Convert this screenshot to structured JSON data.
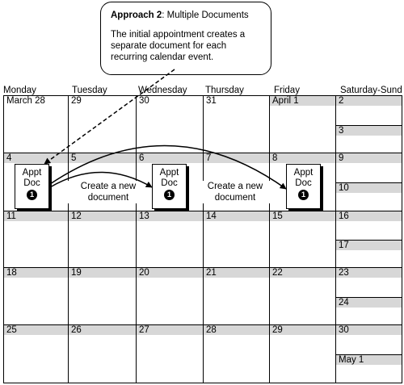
{
  "callout": {
    "title_bold": "Approach 2",
    "title_rest": ": Multiple Documents",
    "lines": [
      "The initial appointment creates a",
      "separate document for each",
      "recurring calendar event."
    ]
  },
  "days": [
    "Monday",
    "Tuesday",
    "Wednesday",
    "Thursday",
    "Friday",
    "Saturday-Sund"
  ],
  "weeks": [
    [
      "March 28",
      "29",
      "30",
      "31",
      "April 1",
      "2",
      "3"
    ],
    [
      "4",
      "5",
      "6",
      "7",
      "8",
      "9",
      "10"
    ],
    [
      "11",
      "12",
      "13",
      "14",
      "15",
      "16",
      "17"
    ],
    [
      "18",
      "19",
      "20",
      "21",
      "22",
      "23",
      "24"
    ],
    [
      "25",
      "26",
      "27",
      "28",
      "29",
      "30",
      "May 1"
    ]
  ],
  "docs": [
    {
      "line1": "Appt",
      "line2": "Doc",
      "badge": "1"
    },
    {
      "line1": "Appt",
      "line2": "Doc",
      "badge": "1"
    },
    {
      "line1": "Appt",
      "line2": "Doc",
      "badge": "1"
    }
  ],
  "notes": [
    {
      "line1": "Create a new",
      "line2": "document"
    },
    {
      "line1": "Create a new",
      "line2": "document"
    }
  ]
}
